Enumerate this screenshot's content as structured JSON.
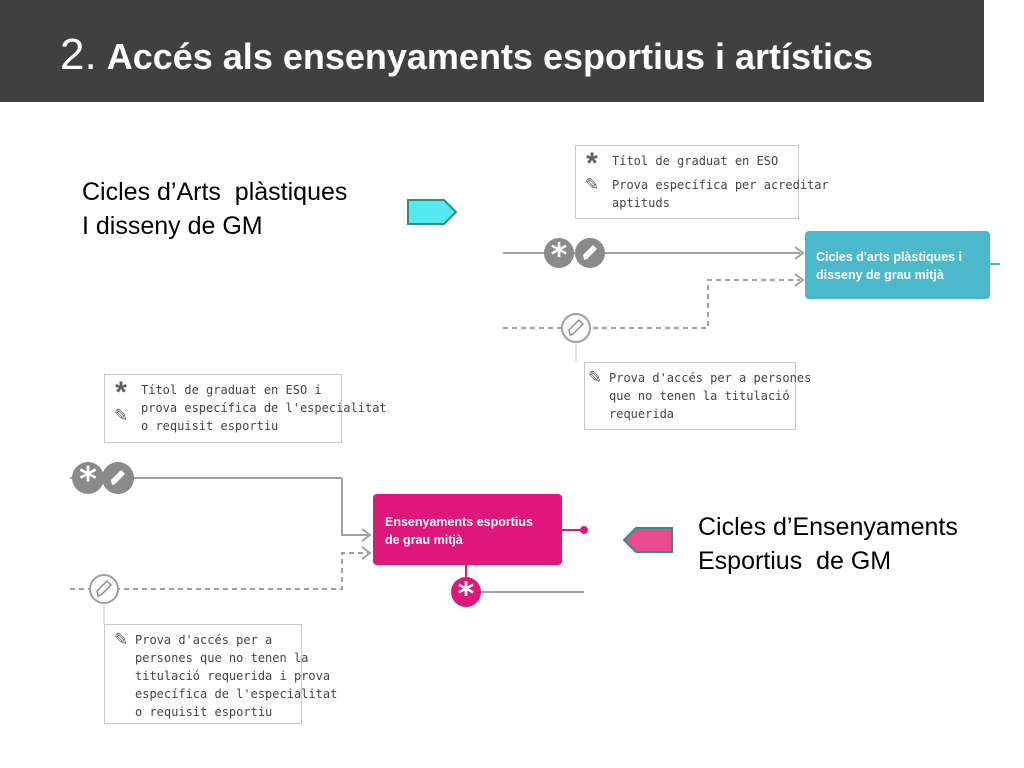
{
  "title": {
    "number": "2.",
    "text": "Accés als ensenyaments esportius i artístics"
  },
  "labels": {
    "arts": [
      "Cicles d’Arts  plàstiques",
      "I disseny de GM"
    ],
    "esports": [
      "Cicles d’Ensenyaments",
      "Esportius  de GM"
    ]
  },
  "top_diagram": {
    "callout_top": {
      "star_text": "Títol de graduat en ESO",
      "pencil_text": "Prova específica per acreditar\naptituds"
    },
    "destination": [
      "Cicles d'arts plàstiques i",
      "disseny de grau mitjà"
    ],
    "callout_bottom": {
      "pencil_text": "Prova d'accés per a persones\nque no tenen la titulació\nrequerida"
    }
  },
  "bottom_diagram": {
    "callout_top": {
      "star_text": "Títol de graduat en ESO i\nprova específica de l'especialitat\no requisit esportiu"
    },
    "destination": [
      "Ensenyaments esportius",
      "de grau mitjà"
    ],
    "callout_bottom": {
      "pencil_text": "Prova d'accés per a\npersones que no tenen la\ntitulació requerida i prova\nespecífica de l'especialitat\no requisit esportiu"
    }
  },
  "colors": {
    "title_bg": "#404040",
    "arts_box": "#4bb8cc",
    "arts_tag": "#52e8ee",
    "esports_box": "#e0177a",
    "esports_tag": "#ea4a90",
    "connector": "#a0a0a0"
  }
}
